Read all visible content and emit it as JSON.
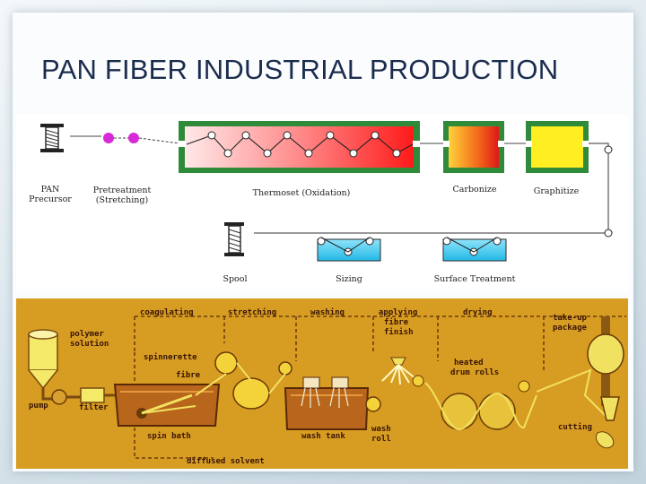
{
  "slide": {
    "title": "PAN FIBER INDUSTRIAL PRODUCTION"
  },
  "top_diagram": {
    "precursor_line1": "PAN",
    "precursor_line2": "Precursor",
    "pretreatment_line1": "Pretreatment",
    "pretreatment_line2": "(Stretching)",
    "thermoset": "Thermoset (Oxidation)",
    "carbonize": "Carbonize",
    "graphitize": "Graphitize",
    "spool": "Spool",
    "sizing": "Sizing",
    "surface_treatment": "Surface Treatment"
  },
  "bottom_diagram": {
    "coagulating": "coagulating",
    "stretching": "stretching",
    "washing": "washing",
    "applying_line1": "applying",
    "applying_line2": "fibre",
    "applying_line3": "finish",
    "drying": "drying",
    "takeup_line1": "take-up",
    "takeup_line2": "package",
    "polymer_line1": "polymer",
    "polymer_line2": "solution",
    "spinnerette": "spinnerette",
    "fibre": "fibre",
    "pump": "pump",
    "filter": "filter",
    "spin_bath": "spin bath",
    "wash_tank": "wash tank",
    "wash_roll_line1": "wash",
    "wash_roll_line2": "roll",
    "heated_line1": "heated",
    "heated_line2": "drum rolls",
    "cutting": "cutting",
    "diffused_solvent": "diffused solvent"
  },
  "colors": {
    "title": "#1b2d4e",
    "oxidation_start": "#ffe8e8",
    "oxidation_end": "#ff1a1a",
    "carbonize_start": "#ffd23a",
    "carbonize_end": "#e01818",
    "graphitize": "#ffee22",
    "tank_water": "#3ec8ee",
    "bottom_background": "#d79c22"
  }
}
